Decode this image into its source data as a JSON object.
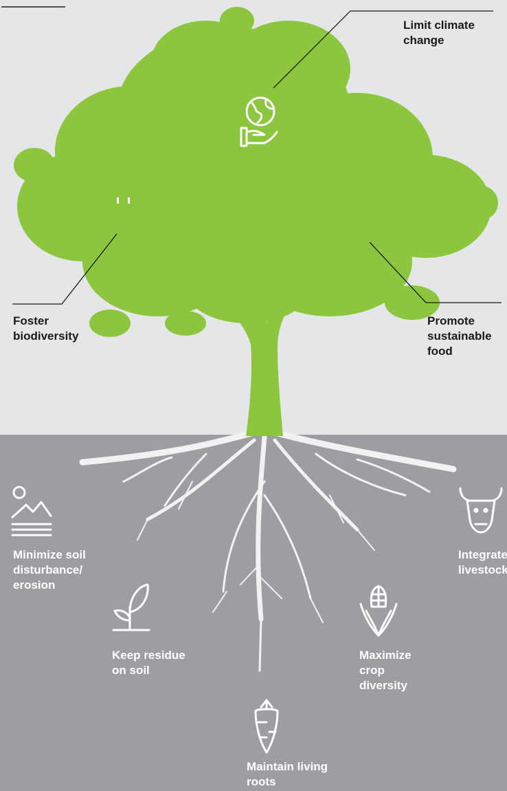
{
  "benefits": {
    "climate": "Limit climate\nchange",
    "biodiversity": "Foster\nbiodiversity",
    "food": "Promote\nsustainable\nfood"
  },
  "practices": {
    "soil": "Minimize soil\ndisturbance/\nerosion",
    "livestock": "Integrate\nlivestock",
    "residue": "Keep residue\non soil",
    "crop": "Maximize\ncrop\ndiversity",
    "roots": "Maintain living\nroots"
  },
  "icons": {
    "climate": "globe-in-hand-icon",
    "biodiversity": "bee-icon",
    "food": "fork-knife-icon",
    "soil": "mountain-layers-icon",
    "livestock": "cow-head-icon",
    "residue": "seedling-icon",
    "crop": "corn-icon",
    "roots": "carrot-icon"
  },
  "colors": {
    "tree": "#8cc63f",
    "sky": "#e5e6e8",
    "ground": "#9d9ea1",
    "roots": "#f2f2f2",
    "text_dark": "#1a1a1a",
    "text_light": "#ffffff"
  }
}
